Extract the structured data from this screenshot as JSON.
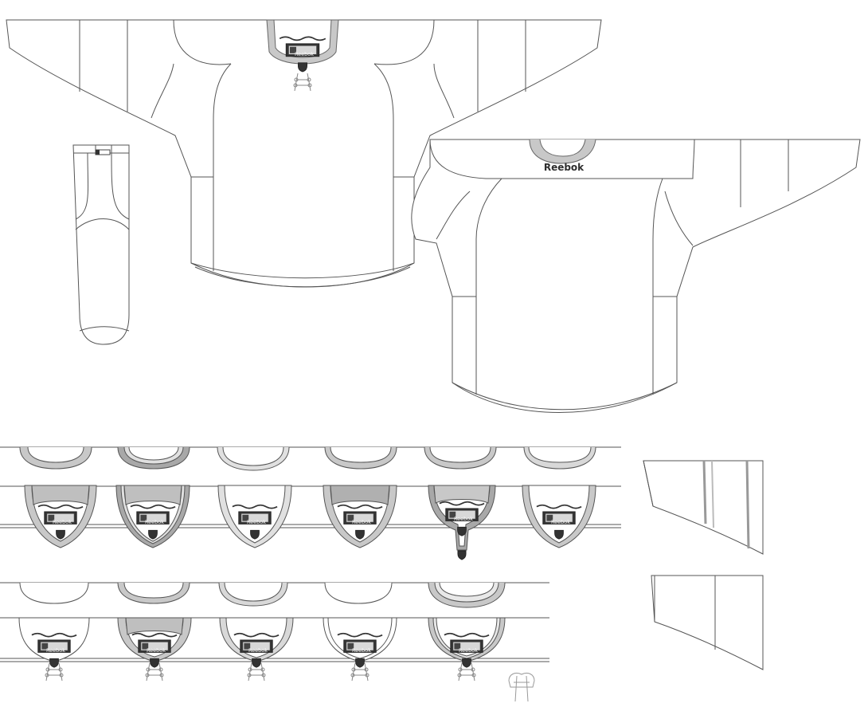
{
  "brand": {
    "wordmark": "Reebok",
    "shield_icon": "nhl-shield-icon"
  },
  "colors": {
    "outline": "#555555",
    "trim_light": "#c8c8c8",
    "trim_mid": "#a8a8a8",
    "trim_dark": "#8c8c8c",
    "label_dark": "#2e2e2e",
    "background": "#ffffff"
  },
  "collars": {
    "row1_styles": [
      "thin-gray",
      "double-stripe",
      "thin-light",
      "gray",
      "mid-gray",
      "white-outline"
    ],
    "row2_styles": [
      "plain",
      "gray",
      "double-stripe",
      "plain",
      "gray-outline"
    ]
  }
}
